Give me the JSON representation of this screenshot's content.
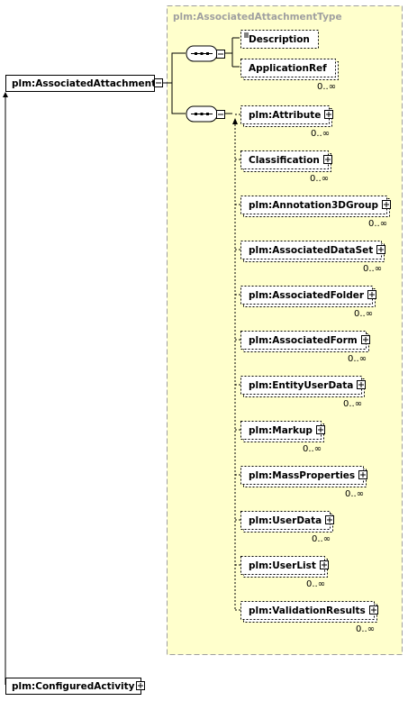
{
  "type_name": "plm:AssociatedAttachmentType",
  "root": {
    "label": "plm:AssociatedAttachment"
  },
  "bottom": {
    "label": "plm:ConfiguredActivity"
  },
  "sequence1": [
    {
      "label": "Description",
      "card": ""
    },
    {
      "label": "ApplicationRef",
      "card": "0..∞"
    }
  ],
  "sequence2": [
    {
      "label": "plm:Attribute",
      "card": "0..∞"
    },
    {
      "label": "Classification",
      "card": "0..∞"
    },
    {
      "label": "plm:Annotation3DGroup",
      "card": "0..∞"
    },
    {
      "label": "plm:AssociatedDataSet",
      "card": "0..∞"
    },
    {
      "label": "plm:AssociatedFolder",
      "card": "0..∞"
    },
    {
      "label": "plm:AssociatedForm",
      "card": "0..∞"
    },
    {
      "label": "plm:EntityUserData",
      "card": "0..∞"
    },
    {
      "label": "plm:Markup",
      "card": "0..∞"
    },
    {
      "label": "plm:MassProperties",
      "card": "0..∞"
    },
    {
      "label": "plm:UserData",
      "card": "0..∞"
    },
    {
      "label": "plm:UserList",
      "card": "0..∞"
    },
    {
      "label": "plm:ValidationResults",
      "card": "0..∞"
    }
  ],
  "colors": {
    "type_bg": "#ffffcc",
    "type_border": "#a0a0a0",
    "line": "#000000"
  }
}
